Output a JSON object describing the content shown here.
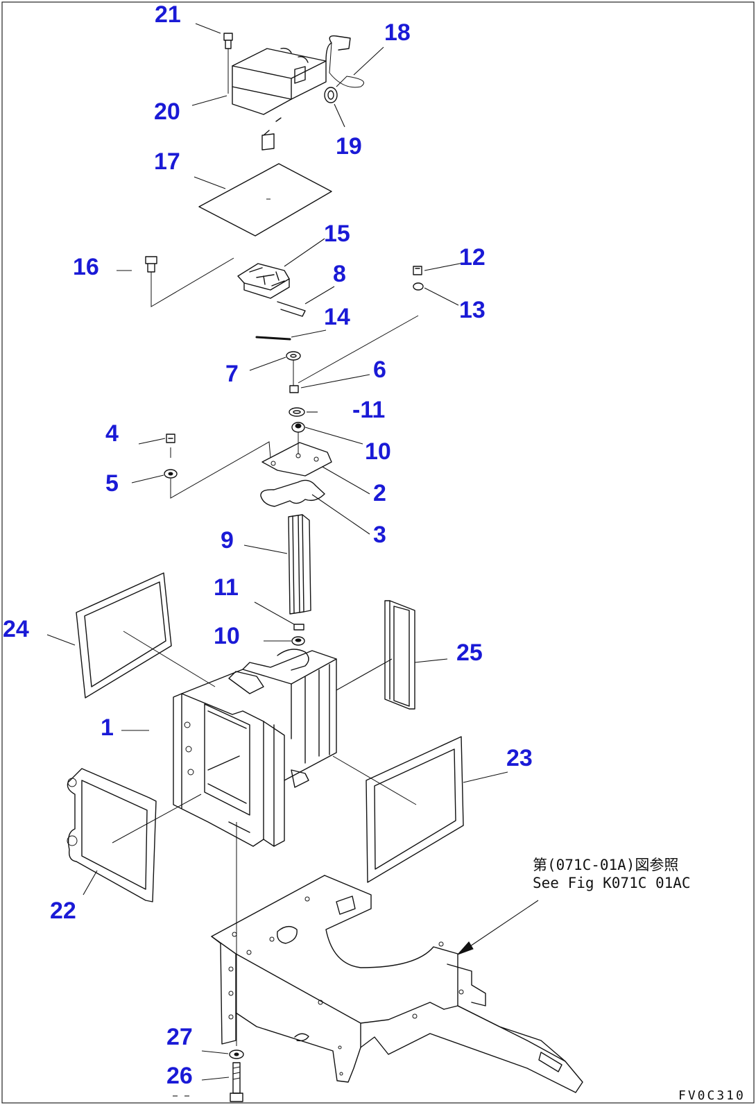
{
  "callouts": [
    {
      "id": "21",
      "label": "21"
    },
    {
      "id": "18",
      "label": "18"
    },
    {
      "id": "20",
      "label": "20"
    },
    {
      "id": "19",
      "label": "19"
    },
    {
      "id": "17",
      "label": "17"
    },
    {
      "id": "15",
      "label": "15"
    },
    {
      "id": "16",
      "label": "16"
    },
    {
      "id": "12",
      "label": "12"
    },
    {
      "id": "8",
      "label": "8"
    },
    {
      "id": "13",
      "label": "13"
    },
    {
      "id": "14",
      "label": "14"
    },
    {
      "id": "7",
      "label": "7"
    },
    {
      "id": "6",
      "label": "6"
    },
    {
      "id": "11a",
      "label": "-11"
    },
    {
      "id": "4",
      "label": "4"
    },
    {
      "id": "10a",
      "label": "10"
    },
    {
      "id": "5",
      "label": "5"
    },
    {
      "id": "2",
      "label": "2"
    },
    {
      "id": "3",
      "label": "3"
    },
    {
      "id": "9",
      "label": "9"
    },
    {
      "id": "11b",
      "label": "11"
    },
    {
      "id": "24",
      "label": "24"
    },
    {
      "id": "10b",
      "label": "10"
    },
    {
      "id": "25",
      "label": "25"
    },
    {
      "id": "1",
      "label": "1"
    },
    {
      "id": "23",
      "label": "23"
    },
    {
      "id": "22",
      "label": "22"
    },
    {
      "id": "27",
      "label": "27"
    },
    {
      "id": "26",
      "label": "26"
    }
  ],
  "reference_note": {
    "line1": "第(071C-01A)図参照",
    "line2": "See Fig K071C 01AC"
  },
  "drawing_code": "FV0C310"
}
